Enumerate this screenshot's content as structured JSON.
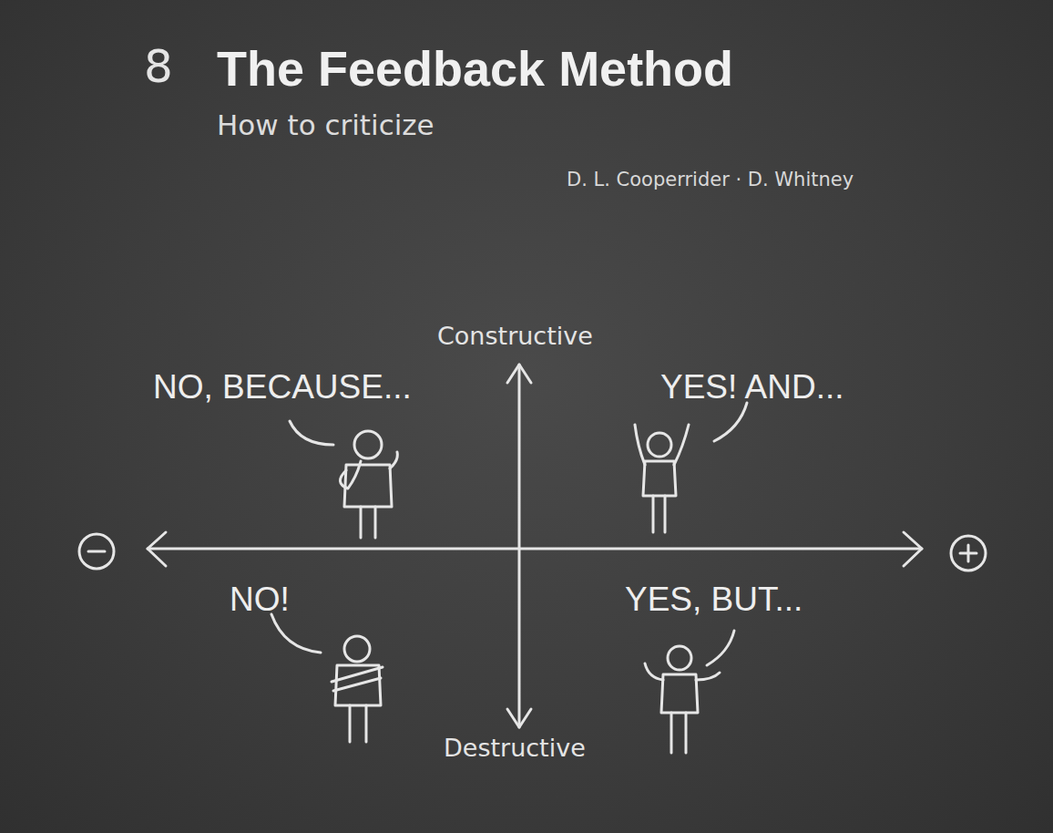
{
  "diagram": {
    "title": "The Feedback Method",
    "labels": [
      "8",
      "How to criticize",
      "D. L. Cooperrider · D. Whitney",
      "Constructive",
      "Destructive",
      "NO, BECAUSE...",
      "YES! AND...",
      "NO!",
      "YES, BUT..."
    ]
  }
}
